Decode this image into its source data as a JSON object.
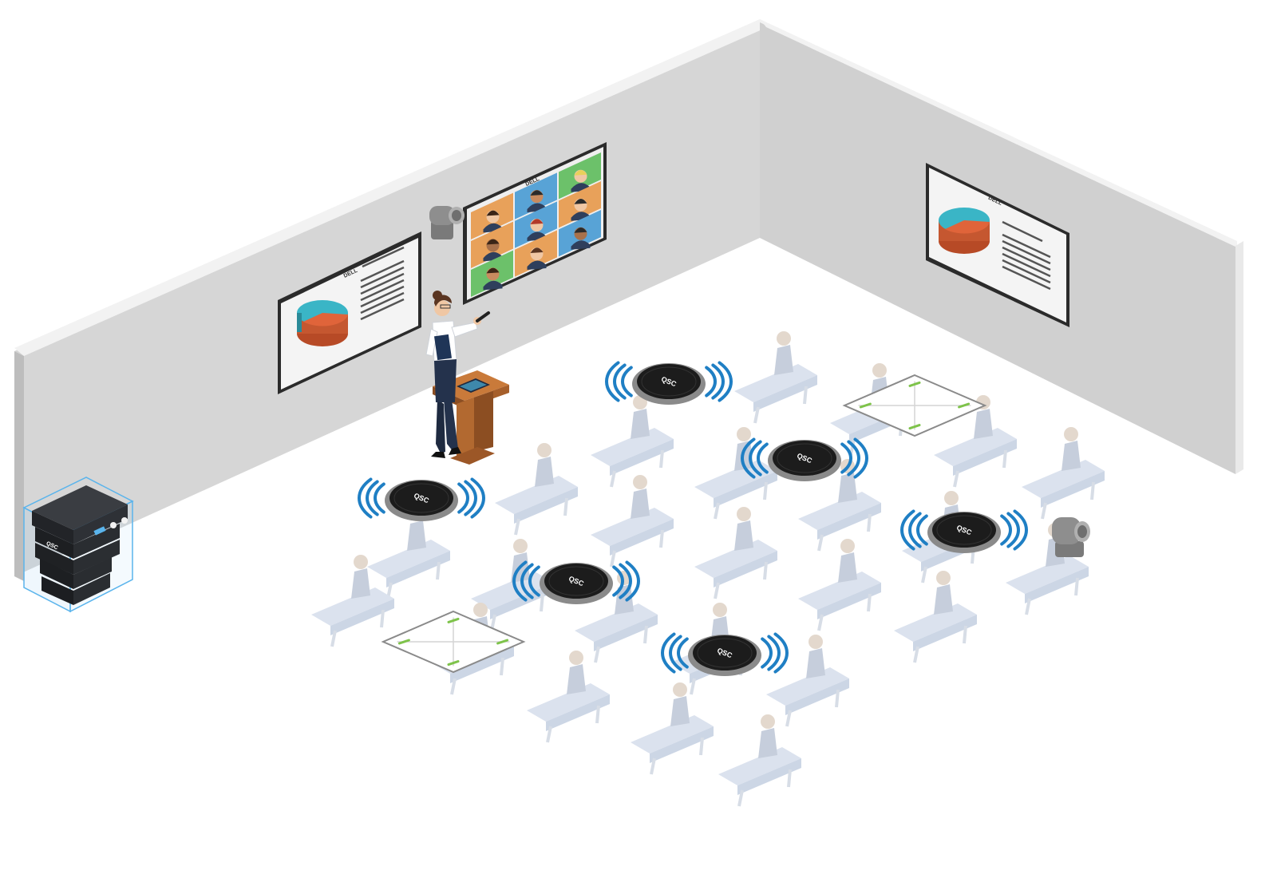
{
  "scene": {
    "brand_label": "DELL",
    "ceiling_mic_label": "QSC",
    "rack_label": "QSC"
  },
  "colors": {
    "wall_left": "#d6d6d6",
    "wall_right": "#d0d0d0",
    "wall_edge": "#f2f2f2",
    "wave": "#1f7fc4",
    "mic_body": "#1c1c1c",
    "mic_ring": "#8a8a8a",
    "floor_marker": "#7ec34a",
    "audience": "#cfd6e2",
    "pie_top": "#3ab5c6",
    "pie_red": "#e0643a",
    "lectern": "#b56a2f"
  },
  "devices": {
    "ceiling_mics": 6,
    "floor_mats": 2,
    "ptz_cameras": 2,
    "displays": 3,
    "video_tiles": 9
  }
}
